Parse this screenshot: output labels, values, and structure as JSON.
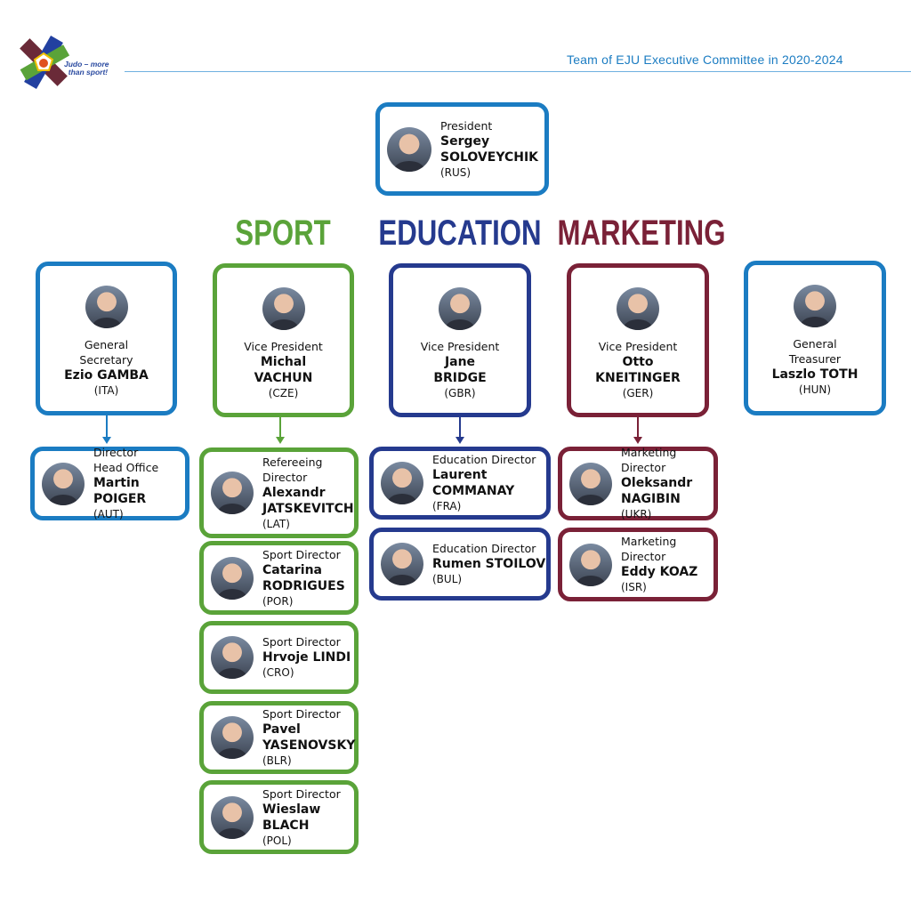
{
  "header": {
    "title": "Team of EJU Executive Committee in 2020-2024",
    "logo_tagline_1": "Judo – more",
    "logo_tagline_2": "than sport!"
  },
  "colors": {
    "blue": "#1b7cc2",
    "green": "#5aa339",
    "navy": "#253a8e",
    "maroon": "#7a2137"
  },
  "sections": {
    "sport": "SPORT",
    "education": "EDUCATION",
    "marketing": "MARKETING"
  },
  "president": {
    "role": "President",
    "name": "Sergey SOLOVEYCHIK",
    "name_lines": [
      "Sergey",
      "SOLOVEYCHIK"
    ],
    "country": "(RUS)"
  },
  "officers": [
    {
      "role_lines": [
        "General",
        "Secretary"
      ],
      "name_lines": [
        "Ezio GAMBA"
      ],
      "country": "(ITA)"
    },
    {
      "role_lines": [
        "Vice President"
      ],
      "name_lines": [
        "Michal",
        "VACHUN"
      ],
      "country": "(CZE)"
    },
    {
      "role_lines": [
        "Vice President"
      ],
      "name_lines": [
        "Jane",
        "BRIDGE"
      ],
      "country": "(GBR)"
    },
    {
      "role_lines": [
        "Vice President"
      ],
      "name_lines": [
        "Otto",
        "KNEITINGER"
      ],
      "country": "(GER)"
    },
    {
      "role_lines": [
        "General",
        "Treasurer"
      ],
      "name_lines": [
        "Laszlo TOTH"
      ],
      "country": "(HUN)"
    }
  ],
  "directors": [
    {
      "role_lines": [
        "Director",
        "Head Office"
      ],
      "name_lines": [
        "Martin POIGER"
      ],
      "country": "(AUT)"
    },
    {
      "role_lines": [
        "Refereeing",
        "Director"
      ],
      "name_lines": [
        "Alexandr",
        "JATSKEVITCH"
      ],
      "country": "(LAT)"
    },
    {
      "role_lines": [
        "Sport Director"
      ],
      "name_lines": [
        "Catarina",
        "RODRIGUES"
      ],
      "country": "(POR)"
    },
    {
      "role_lines": [
        "Sport Director"
      ],
      "name_lines": [
        "Hrvoje LINDI"
      ],
      "country": "(CRO)"
    },
    {
      "role_lines": [
        "Sport Director"
      ],
      "name_lines": [
        "Pavel",
        "YASENOVSKY"
      ],
      "country": "(BLR)"
    },
    {
      "role_lines": [
        "Sport Director"
      ],
      "name_lines": [
        "Wieslaw",
        "BLACH"
      ],
      "country": "(POL)"
    },
    {
      "role_lines": [
        "Education Director"
      ],
      "name_lines": [
        "Laurent",
        "COMMANAY"
      ],
      "country": "(FRA)"
    },
    {
      "role_lines": [
        "Education Director"
      ],
      "name_lines": [
        "Rumen STOILOV"
      ],
      "country": "(BUL)"
    },
    {
      "role_lines": [
        "Marketing Director"
      ],
      "name_lines": [
        "Oleksandr",
        "NAGIBIN"
      ],
      "country": "(UKR)"
    },
    {
      "role_lines": [
        "Marketing Director"
      ],
      "name_lines": [
        "Eddy KOAZ"
      ],
      "country": "(ISR)"
    }
  ]
}
